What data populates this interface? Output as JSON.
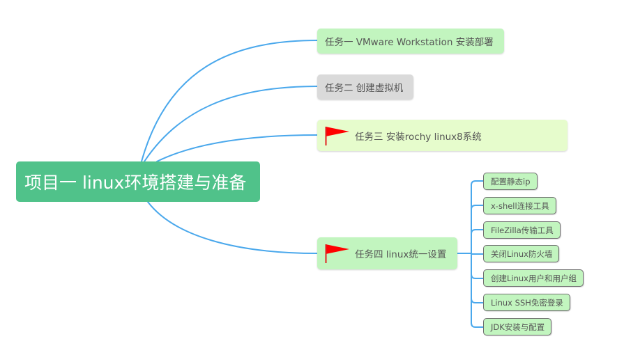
{
  "mindmap": {
    "connector_color": "#4aa8ec",
    "root": {
      "label": "项目一 linux环境搭建与准备",
      "color": "#50c28a",
      "text_color": "#ffffff"
    },
    "tasks": [
      {
        "label": "任务一 VMware Workstation 安装部署",
        "color": "#c2f5bf",
        "flag": false
      },
      {
        "label": "任务二 创建虚拟机",
        "color": "#dadada",
        "flag": false
      },
      {
        "label": "任务三 安装rochy linux8系统",
        "color": "#e6fccc",
        "flag": true,
        "flag_icon": "red-flag-icon"
      },
      {
        "label": "任务四 linux统一设置",
        "color": "#c2f5bf",
        "flag": true,
        "flag_icon": "red-flag-icon",
        "subtasks": [
          {
            "label": "配置静态ip"
          },
          {
            "label": "x-shell连接工具"
          },
          {
            "label": "FileZilla传输工具"
          },
          {
            "label": "关闭Linux防火墙"
          },
          {
            "label": "创建Linux用户和用户组"
          },
          {
            "label": "Linux SSH免密登录"
          },
          {
            "label": "JDK安装与配置"
          }
        ]
      }
    ]
  }
}
